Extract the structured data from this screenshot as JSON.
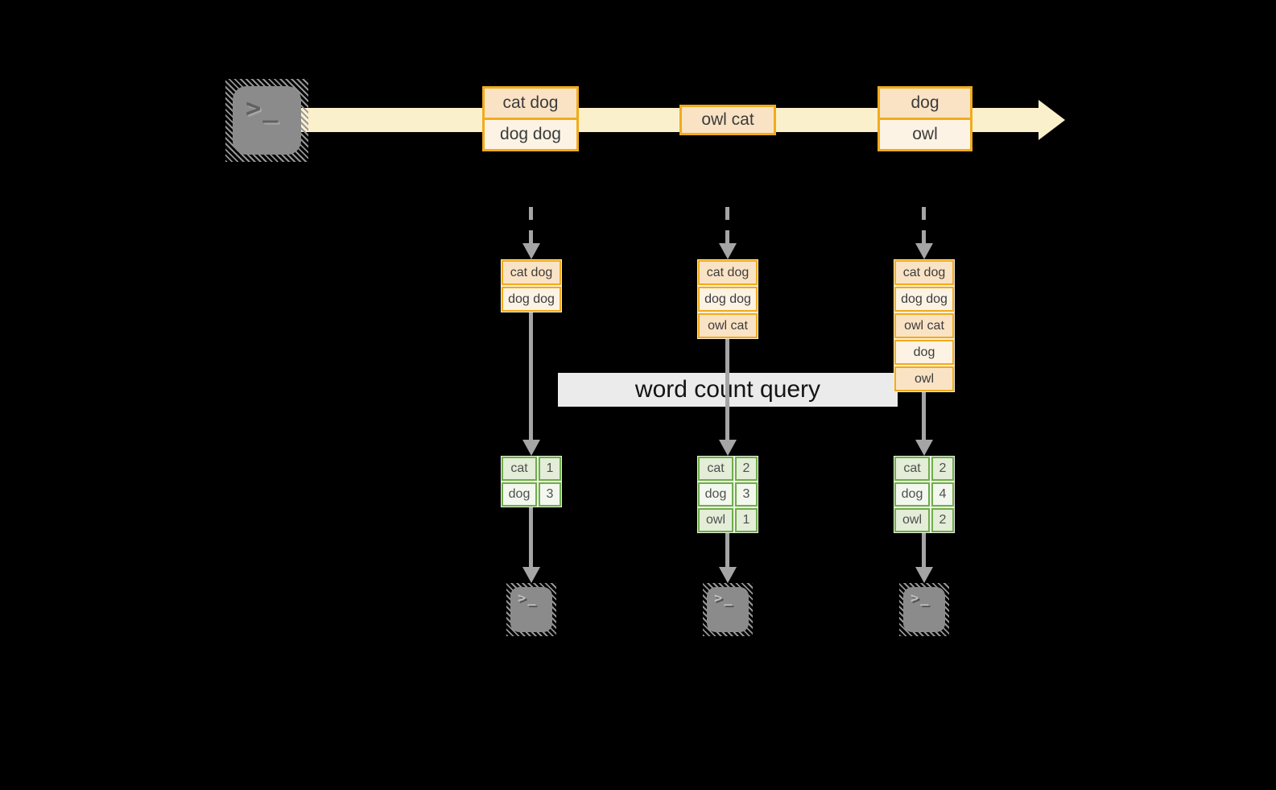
{
  "banner": {
    "label": "word count query"
  },
  "icons": {
    "terminal_glyph": ">_"
  },
  "stream": {
    "batches": [
      {
        "rows": [
          "cat dog",
          "dog dog"
        ]
      },
      {
        "rows": [
          "owl cat"
        ]
      },
      {
        "rows": [
          "dog",
          "owl"
        ]
      }
    ]
  },
  "columns": [
    {
      "buffer": [
        "cat dog",
        "dog dog"
      ],
      "counts": [
        {
          "word": "cat",
          "value": "1"
        },
        {
          "word": "dog",
          "value": "3"
        }
      ]
    },
    {
      "buffer": [
        "cat dog",
        "dog dog",
        "owl cat"
      ],
      "counts": [
        {
          "word": "cat",
          "value": "2"
        },
        {
          "word": "dog",
          "value": "3"
        },
        {
          "word": "owl",
          "value": "1"
        }
      ]
    },
    {
      "buffer": [
        "cat dog",
        "dog dog",
        "owl cat",
        "dog",
        "owl"
      ],
      "counts": [
        {
          "word": "cat",
          "value": "2"
        },
        {
          "word": "dog",
          "value": "4"
        },
        {
          "word": "owl",
          "value": "2"
        }
      ]
    }
  ],
  "colors": {
    "background": "#000000",
    "stream_band": "#FBF0CC",
    "box_border": "#F1AB1C",
    "box_fill_dark": "#FAE3C5",
    "box_fill_light": "#FDF3E4",
    "table_border": "#6FAD49",
    "table_fill_dark": "#E3EDD7",
    "table_fill_light": "#F3F8EF",
    "arrow_gray": "#A5A5A5",
    "terminal_gray": "#8B8B8B",
    "banner_bg": "#FFFFFF"
  }
}
